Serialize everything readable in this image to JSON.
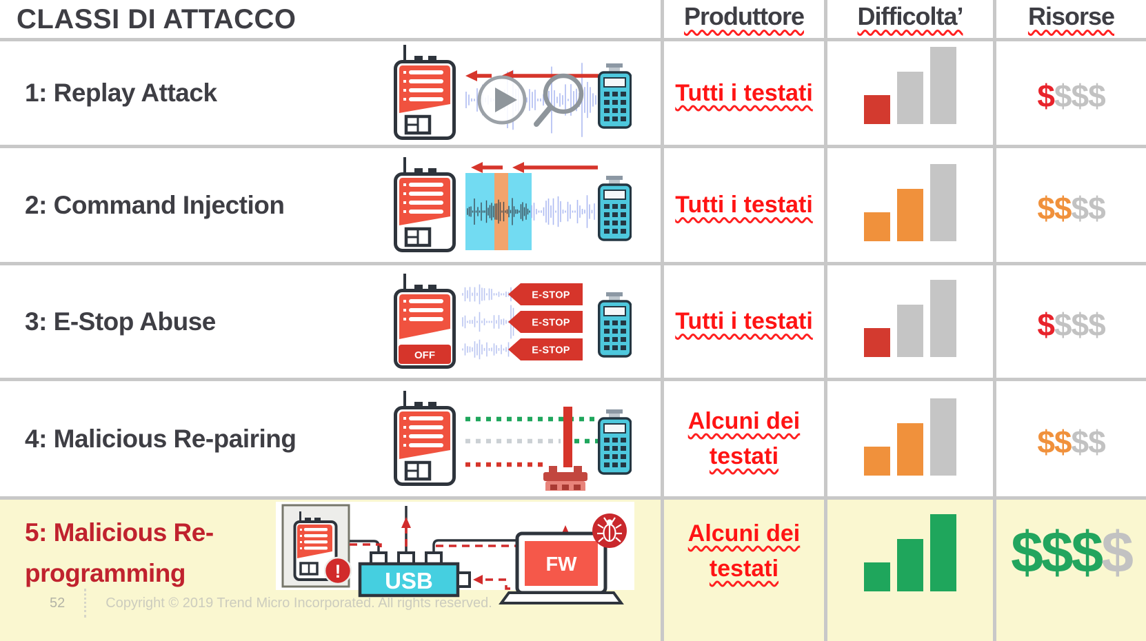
{
  "header": {
    "title": "CLASSI DI ATTACCO",
    "columns": [
      {
        "label": "Produttore"
      },
      {
        "label": "Difficolta’"
      },
      {
        "label": "Risorse"
      }
    ]
  },
  "colors": {
    "red": "#D33A2F",
    "orange": "#F0913C",
    "green": "#1FA65C",
    "gray_bar": "#C5C5C5",
    "dollar_red": "#E8232B",
    "dollar_orange": "#F0913C",
    "dollar_green": "#22A55E",
    "dollar_gray": "#C2C2C2",
    "producer_red": "#FF1414",
    "highlight_bg": "#FAF7D0",
    "row5_title_red": "#C0222E",
    "border": "#C8C8C8",
    "text_dark": "#3E3E44"
  },
  "difficulty_max": 3,
  "resources_symbol": "$",
  "rows": [
    {
      "label": "1: Replay Attack",
      "producer": "Tutti i testati",
      "difficulty_level": 1,
      "difficulty_color_key": "red",
      "resources_colored": 1,
      "resources_total": 4,
      "resources_color_key": "dollar_red",
      "highlighted": false
    },
    {
      "label": "2: Command Injection",
      "producer": "Tutti i testati",
      "difficulty_level": 2,
      "difficulty_color_key": "orange",
      "resources_colored": 2,
      "resources_total": 4,
      "resources_color_key": "dollar_orange",
      "highlighted": false
    },
    {
      "label": "3: E-Stop Abuse",
      "producer": "Tutti i testati",
      "difficulty_level": 1,
      "difficulty_color_key": "red",
      "resources_colored": 1,
      "resources_total": 4,
      "resources_color_key": "dollar_red",
      "highlighted": false
    },
    {
      "label": "4: Malicious Re-pairing",
      "producer": "Alcuni dei testati",
      "difficulty_level": 2,
      "difficulty_color_key": "orange",
      "resources_colored": 2,
      "resources_total": 4,
      "resources_color_key": "dollar_orange",
      "highlighted": false
    },
    {
      "label": "5: Malicious Re-programming",
      "producer": "Alcuni dei testati",
      "difficulty_level": 3,
      "difficulty_color_key": "green",
      "resources_colored": 3,
      "resources_total": 4,
      "resources_color_key": "dollar_green",
      "highlighted": true
    }
  ],
  "icon_labels": {
    "estop": "E-STOP",
    "off": "OFF",
    "usb": "USB",
    "fw": "FW",
    "exclamation": "!"
  },
  "footer": {
    "page": "52",
    "copyright": "Copyright © 2019 Trend Micro Incorporated. All rights reserved."
  }
}
